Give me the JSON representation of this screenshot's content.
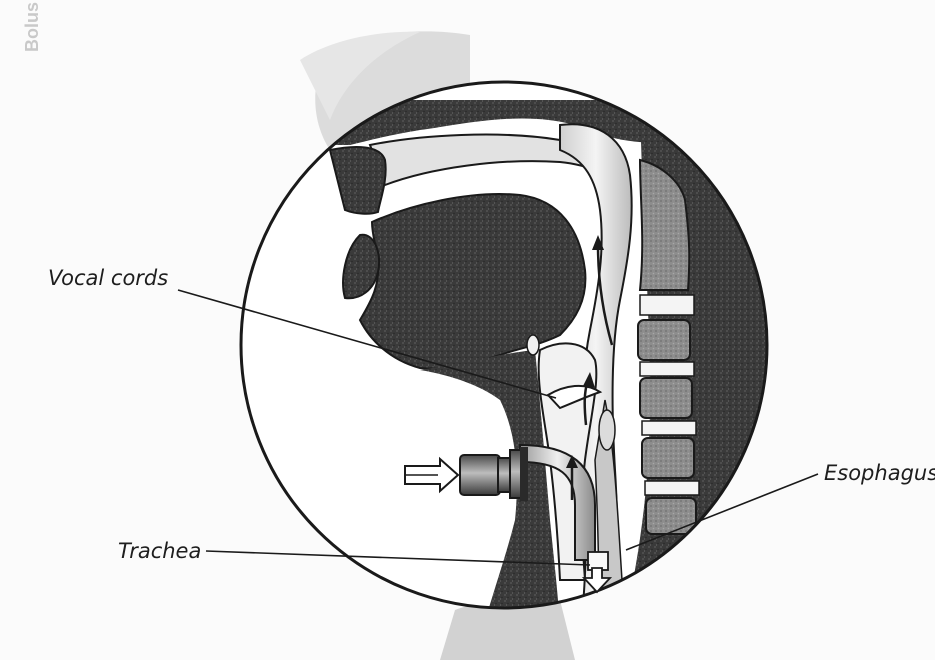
{
  "labels": {
    "vocal_cords": "Vocal cords",
    "trachea": "Trachea",
    "esophagus": "Esophagus"
  },
  "bleed_text": "Bolus",
  "colors": {
    "ink": "#1a1a1a",
    "tissue_dark": "#3c3c3c",
    "tissue_light": "#d9d9d9",
    "background": "#fbfbfb"
  },
  "icons": {
    "air_in": "hollow-arrow-right",
    "air_out": "hollow-arrow-down",
    "airflow": "curved-arrow"
  }
}
